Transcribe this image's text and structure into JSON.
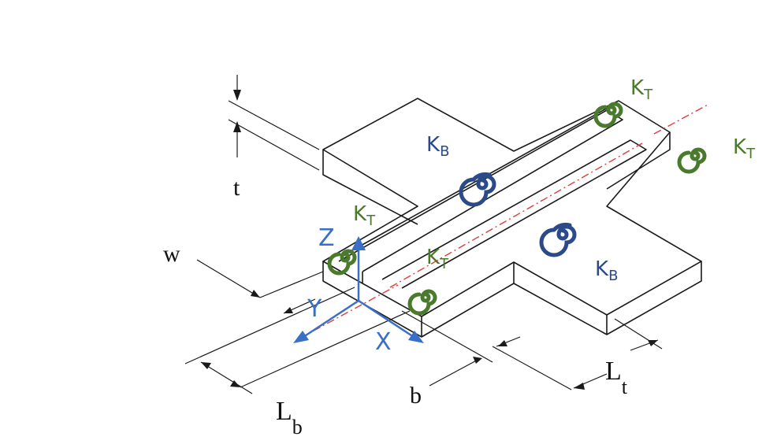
{
  "labels": {
    "t": "t",
    "w": "w",
    "b": "b",
    "Lb_main": "L",
    "Lb_sub": "b",
    "Lt_main": "L",
    "Lt_sub": "t"
  },
  "springs": {
    "torsion_main": "K",
    "torsion_sub": "T",
    "bending_main": "K",
    "bending_sub": "B"
  },
  "axes": {
    "x": "X",
    "y": "Y",
    "z": "Z"
  },
  "colors": {
    "torsion_spring": "#4a7a2c",
    "bending_spring": "#2a4a8a",
    "axis": "#3a6fc8",
    "centerline": "#e03c3c",
    "outline": "#1a1a1a"
  }
}
